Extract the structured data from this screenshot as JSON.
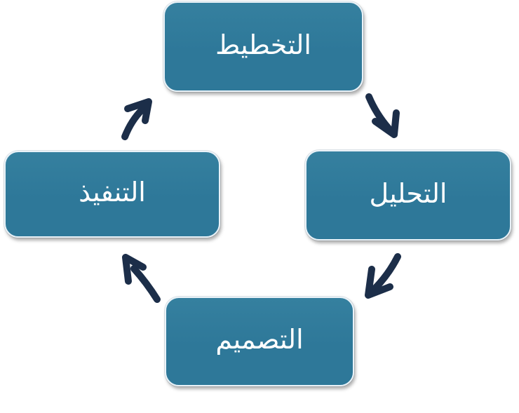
{
  "diagram": {
    "type": "cycle",
    "flow_direction": "clockwise",
    "nodes": [
      {
        "id": "planning",
        "position": "top",
        "label": "التخطيط"
      },
      {
        "id": "analysis",
        "position": "right",
        "label": "التحليل"
      },
      {
        "id": "design",
        "position": "bottom",
        "label": "التصميم"
      },
      {
        "id": "implementation",
        "position": "left",
        "label": "التنفيذ"
      }
    ],
    "arrows": [
      {
        "from": "planning",
        "to": "analysis"
      },
      {
        "from": "analysis",
        "to": "design"
      },
      {
        "from": "design",
        "to": "implementation"
      },
      {
        "from": "implementation",
        "to": "planning"
      }
    ],
    "colors": {
      "node_fill": "#2e7899",
      "node_fill_top": "#35809f",
      "node_border": "#e9f2f8",
      "node_text": "#ffffff",
      "arrow": "#1c2e49",
      "background": "#ffffff"
    }
  }
}
